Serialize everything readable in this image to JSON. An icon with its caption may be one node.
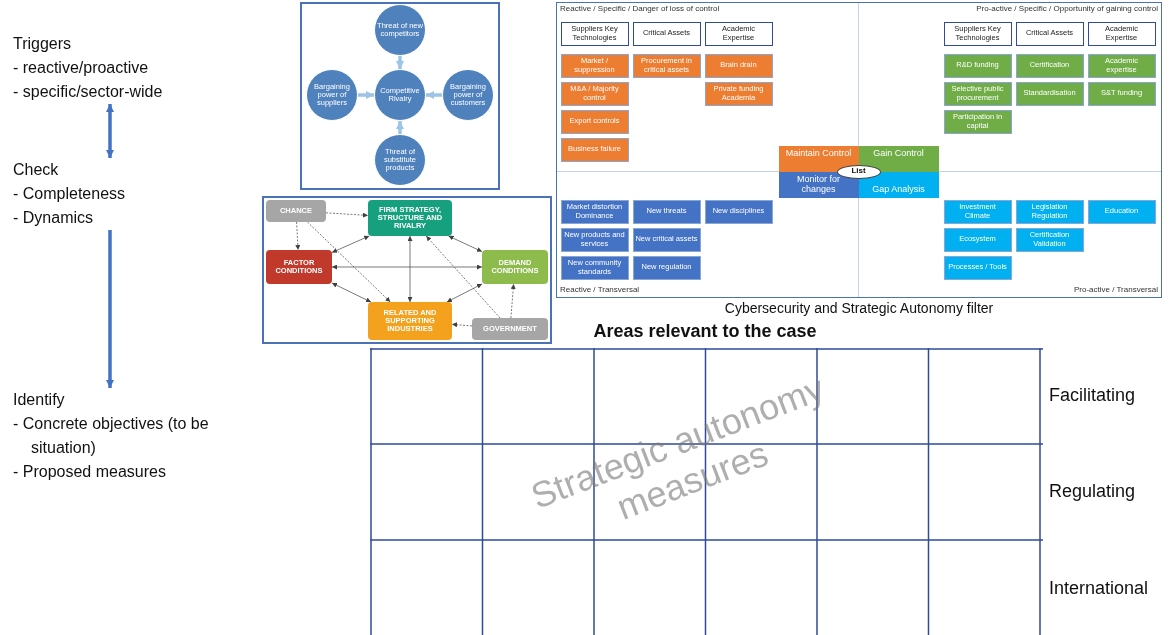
{
  "diagram": {
    "nodes": [
      {
        "text": [
          "Triggers",
          "- reactive/proactive",
          "- specific/sector-wide"
        ]
      },
      {
        "text": [
          "Check",
          "- Completeness",
          "- Dynamics"
        ]
      },
      {
        "text": [
          "Identify",
          "- Concrete objectives (to be situation)",
          "- Proposed measures"
        ]
      },
      {
        "text": [],
        "shape": "box"
      },
      {
        "text": [
          "Threat of new competitors"
        ],
        "in": 3
      },
      {
        "text": [
          "Bargaining power of suppliers"
        ],
        "in": 3
      },
      {
        "text": [
          "Competitive Rivalry"
        ],
        "in": 3
      },
      {
        "text": [
          "Bargaining power of customers"
        ],
        "in": 3
      },
      {
        "text": [
          "Threat of substitute products"
        ],
        "in": 3
      },
      {
        "text": [],
        "shape": "box"
      },
      {
        "text": [
          "CHANCE"
        ],
        "in": 9
      },
      {
        "text": [
          "FIRM STRATEGY, STRUCTURE AND RIVALRY"
        ],
        "in": 9
      },
      {
        "text": [
          "FACTOR CONDITIONS"
        ],
        "in": 9
      },
      {
        "text": [
          "DEMAND CONDITIONS"
        ],
        "in": 9
      },
      {
        "text": [
          "RELATED AND SUPPORTING INDUSTRIES"
        ],
        "in": 9
      },
      {
        "text": [
          "GOVERNMENT"
        ],
        "in": 9
      },
      {
        "text": [
          "Reactive / Specific / Danger of loss of control",
          "Pro-active / Specific / Opportunity of gaining control",
          "Reactive / Transversal",
          "Pro-active / Transversal"
        ]
      },
      {
        "text": [
          "Suppliers Key Technologies"
        ],
        "in": 16
      },
      {
        "text": [
          "Critical Assets"
        ],
        "in": 16
      },
      {
        "text": [
          "Academic Expertise"
        ],
        "in": 16
      },
      {
        "text": [
          "Market / suppression"
        ],
        "in": 16
      },
      {
        "text": [
          "Procurement in critical assets"
        ],
        "in": 16
      },
      {
        "text": [
          "Brain drain"
        ],
        "in": 16
      },
      {
        "text": [
          "M&A / Majority control"
        ],
        "in": 16
      },
      {
        "text": [
          "Private funding Academia"
        ],
        "in": 16
      },
      {
        "text": [
          "Export controls"
        ],
        "in": 16
      },
      {
        "text": [
          "Business failure"
        ],
        "in": 16
      },
      {
        "text": [
          "Suppliers Key Technologies"
        ],
        "in": 16
      },
      {
        "text": [
          "Critical Assets"
        ],
        "in": 16
      },
      {
        "text": [
          "Academic Expertise"
        ],
        "in": 16
      },
      {
        "text": [
          "R&D funding"
        ],
        "in": 16
      },
      {
        "text": [
          "Certification"
        ],
        "in": 16
      },
      {
        "text": [
          "Academic expertise"
        ],
        "in": 16
      },
      {
        "text": [
          "Selective public procurement"
        ],
        "in": 16
      },
      {
        "text": [
          "Standardisation"
        ],
        "in": 16
      },
      {
        "text": [
          "S&T funding"
        ],
        "in": 16
      },
      {
        "text": [
          "Participation in capital"
        ],
        "in": 16
      },
      {
        "text": [
          "Maintain Control"
        ],
        "in": 16
      },
      {
        "text": [
          "Gain Control"
        ],
        "in": 16
      },
      {
        "text": [
          "List"
        ],
        "in": 16
      },
      {
        "text": [
          "Monitor for changes"
        ],
        "in": 16
      },
      {
        "text": [
          "Gap Analysis"
        ],
        "in": 16
      },
      {
        "text": [
          "Market distortion Dominance"
        ],
        "in": 16
      },
      {
        "text": [
          "New threats"
        ],
        "in": 16
      },
      {
        "text": [
          "New disciplines"
        ],
        "in": 16
      },
      {
        "text": [
          "New products and services"
        ],
        "in": 16
      },
      {
        "text": [
          "New critical assets"
        ],
        "in": 16
      },
      {
        "text": [
          "New community standards"
        ],
        "in": 16
      },
      {
        "text": [
          "New regulation"
        ],
        "in": 16
      },
      {
        "text": [
          "Investment Climate"
        ],
        "in": 16
      },
      {
        "text": [
          "Legislation Regulation"
        ],
        "in": 16
      },
      {
        "text": [
          "Education"
        ],
        "in": 16
      },
      {
        "text": [
          "Ecosystem"
        ],
        "in": 16
      },
      {
        "text": [
          "Certification Validation"
        ],
        "in": 16
      },
      {
        "text": [
          "Processes / Tools"
        ],
        "in": 16
      }
    ],
    "edges": [
      {
        "from": 0,
        "to": 1,
        "arrow": "both",
        "style": "thick",
        "color": "#4472c4"
      },
      {
        "from": 1,
        "to": 2,
        "arrow": "to",
        "style": "thick",
        "color": "#4472c4"
      },
      {
        "from": 4,
        "to": 6,
        "arrow": "to",
        "style": "thick",
        "color": "#9dc3e6"
      },
      {
        "from": 5,
        "to": 6,
        "arrow": "to",
        "style": "thick",
        "color": "#9dc3e6"
      },
      {
        "from": 7,
        "to": 6,
        "arrow": "to",
        "style": "thick",
        "color": "#9dc3e6"
      },
      {
        "from": 8,
        "to": 6,
        "arrow": "to",
        "style": "thick",
        "color": "#9dc3e6"
      },
      {
        "from": 11,
        "to": 12,
        "arrow": "both"
      },
      {
        "from": 11,
        "to": 13,
        "arrow": "both"
      },
      {
        "from": 11,
        "to": 14,
        "arrow": "both"
      },
      {
        "from": 12,
        "to": 13,
        "arrow": "both"
      },
      {
        "from": 12,
        "to": 14,
        "arrow": "both"
      },
      {
        "from": 13,
        "to": 14,
        "arrow": "both"
      },
      {
        "from": 10,
        "to": 11,
        "arrow": "to",
        "style": "dashed"
      },
      {
        "from": 10,
        "to": 12,
        "arrow": "to",
        "style": "dashed"
      },
      {
        "from": 10,
        "to": 14,
        "arrow": "to",
        "style": "dashed"
      },
      {
        "from": 15,
        "to": 11,
        "arrow": "to",
        "style": "dashed"
      },
      {
        "from": 15,
        "to": 13,
        "arrow": "to",
        "style": "dashed"
      },
      {
        "from": 15,
        "to": 14,
        "arrow": "to",
        "style": "dashed"
      }
    ],
    "labels": [
      "Cybersecurity and Strategic Autonomy filter",
      "Areas relevant to the case",
      "Facilitating",
      "Regulating",
      "International",
      "Strategic autonomy measures"
    ]
  }
}
